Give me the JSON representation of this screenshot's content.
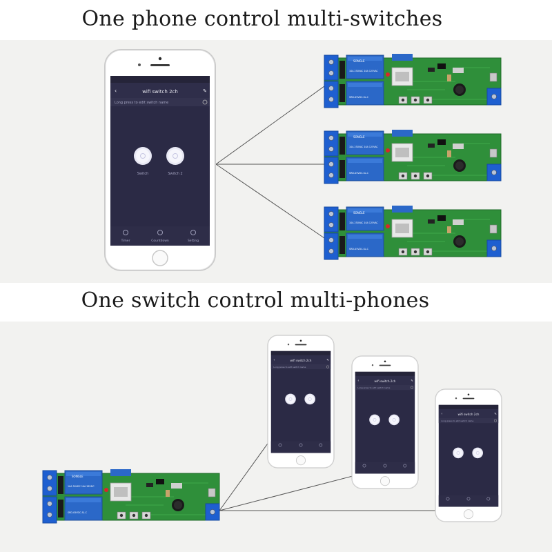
{
  "top_heading": "One phone control multi-switches",
  "bottom_heading": "One switch control multi-phones",
  "app": {
    "title": "wifi switch 2ch",
    "hint": "Long press to edit switch name",
    "switches": [
      "Switch",
      "Switch 2"
    ],
    "bottom_nav": [
      "Timer",
      "Countdown",
      "Setting"
    ]
  },
  "board": {
    "brand": "SONGLE",
    "model": "SRD-05VDC-SL-C",
    "rating_line1": "10A 250VAC 10A 125VAC",
    "rating_line2": "10A 30VDC 10A 28VDC"
  },
  "colors": {
    "pcb_green": "#2f8f3a",
    "terminal_blue": "#1e5fd0",
    "relay_blue": "#2b68c8",
    "app_background": "#2b2a45"
  }
}
